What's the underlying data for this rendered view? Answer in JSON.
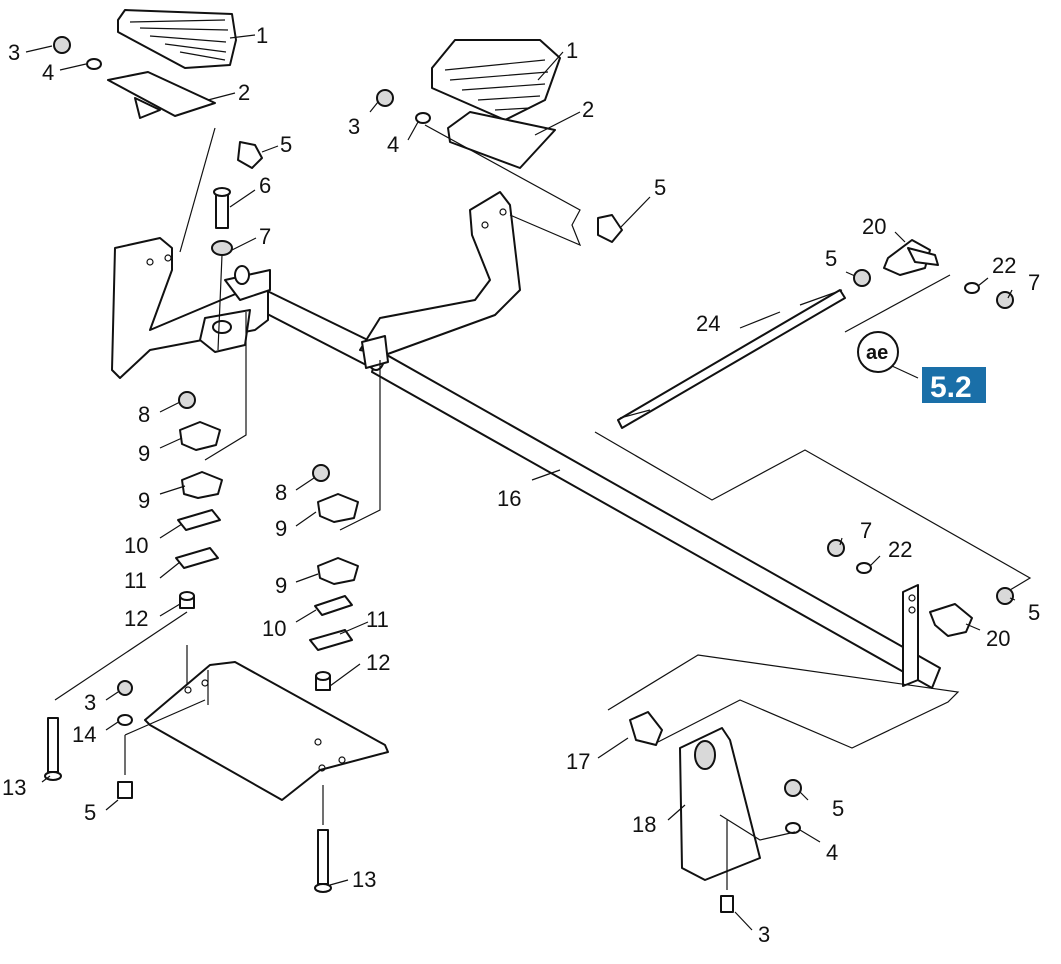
{
  "callouts": [
    {
      "text": "1"
    },
    {
      "text": "2"
    },
    {
      "text": "3"
    },
    {
      "text": "4"
    },
    {
      "text": "5"
    },
    {
      "text": "1"
    },
    {
      "text": "2"
    },
    {
      "text": "3"
    },
    {
      "text": "4"
    },
    {
      "text": "5"
    },
    {
      "text": "6"
    },
    {
      "text": "7"
    },
    {
      "text": "8"
    },
    {
      "text": "9"
    },
    {
      "text": "9"
    },
    {
      "text": "10"
    },
    {
      "text": "11"
    },
    {
      "text": "12"
    },
    {
      "text": "8"
    },
    {
      "text": "9"
    },
    {
      "text": "9"
    },
    {
      "text": "10"
    },
    {
      "text": "11"
    },
    {
      "text": "12"
    },
    {
      "text": "3"
    },
    {
      "text": "14"
    },
    {
      "text": "13"
    },
    {
      "text": "5"
    },
    {
      "text": "13"
    },
    {
      "text": "16"
    },
    {
      "text": "24"
    },
    {
      "text": "20"
    },
    {
      "text": "5"
    },
    {
      "text": "22"
    },
    {
      "text": "7"
    },
    {
      "text": "7"
    },
    {
      "text": "22"
    },
    {
      "text": "5"
    },
    {
      "text": "20"
    },
    {
      "text": "17"
    },
    {
      "text": "18"
    },
    {
      "text": "5"
    },
    {
      "text": "4"
    },
    {
      "text": "3"
    }
  ],
  "reference_badge": {
    "text": "5.2",
    "color": "#1a6fa8"
  },
  "ae_logo": {
    "text": "ae"
  }
}
